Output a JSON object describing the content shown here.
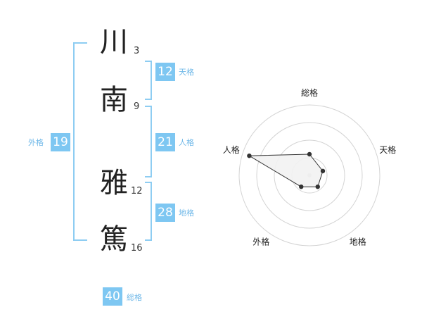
{
  "name": {
    "chars": [
      {
        "char": "川",
        "strokes": "3"
      },
      {
        "char": "南",
        "strokes": "9"
      },
      {
        "char": "雅",
        "strokes": "12"
      },
      {
        "char": "篤",
        "strokes": "16"
      }
    ]
  },
  "fortunes": {
    "tenkaku": {
      "value": "12",
      "label": "天格"
    },
    "jinkaku": {
      "value": "21",
      "label": "人格"
    },
    "chikaku": {
      "value": "28",
      "label": "地格"
    },
    "gaikaku": {
      "value": "19",
      "label": "外格"
    },
    "soukaku": {
      "value": "40",
      "label": "総格"
    }
  },
  "chart_data": {
    "type": "radar",
    "axes": [
      "総格",
      "天格",
      "地格",
      "外格",
      "人格"
    ],
    "values": [
      1.5,
      1,
      1,
      1,
      4.5
    ],
    "range": [
      0,
      5
    ],
    "rings": 4,
    "colors": {
      "ring": "#d4d4d4",
      "fill": "#f2f2f2",
      "line": "#333333",
      "point": "#333333",
      "center": "#cccccc"
    }
  },
  "colors": {
    "accent": "#7ec7f2",
    "bracket": "#8ecdf2",
    "label": "#6fb8e8"
  }
}
